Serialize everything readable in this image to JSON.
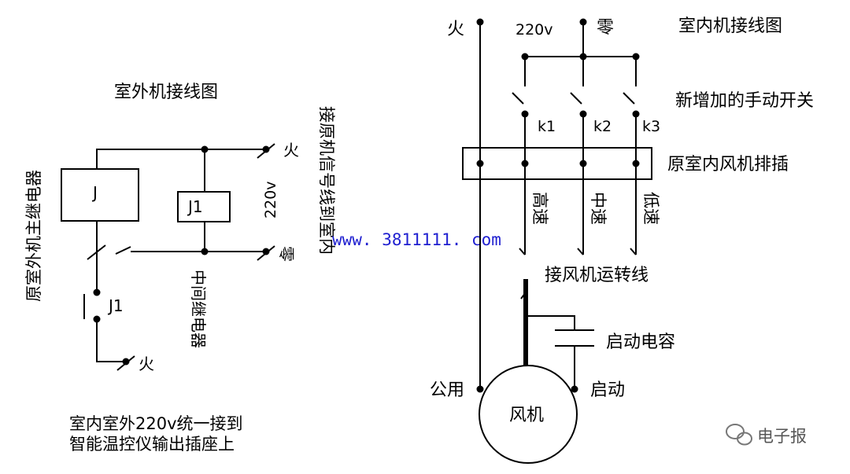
{
  "outdoor": {
    "title": "室外机接线图",
    "main_relay_label": "原室外机主继电器",
    "relay_j": "J",
    "relay_j1": "J1",
    "contact_j1": "J1",
    "fire_top": "火",
    "zero": "零",
    "fire_bottom": "火",
    "voltage": "220v",
    "middle_relay": "中间继电器",
    "signal_line": "接原机信号线到室内",
    "note_line1": "室内室外220v统一接到",
    "note_line2": "智能温控仪输出插座上"
  },
  "watermark_url": "www. 3811111. com",
  "indoor": {
    "title": "室内机接线图",
    "fire": "火",
    "voltage": "220v",
    "zero": "零",
    "switch_caption": "新增加的手动开关",
    "k1": "k1",
    "k2": "k2",
    "k3": "k3",
    "socket_caption": "原室内风机排插",
    "speed_high": "高速",
    "speed_mid": "中速",
    "speed_low": "低速",
    "fan_run_line": "接风机运转线",
    "capacitor": "启动电容",
    "common": "公用",
    "start": "启动",
    "fan": "风机"
  },
  "logo_text": "电子报"
}
